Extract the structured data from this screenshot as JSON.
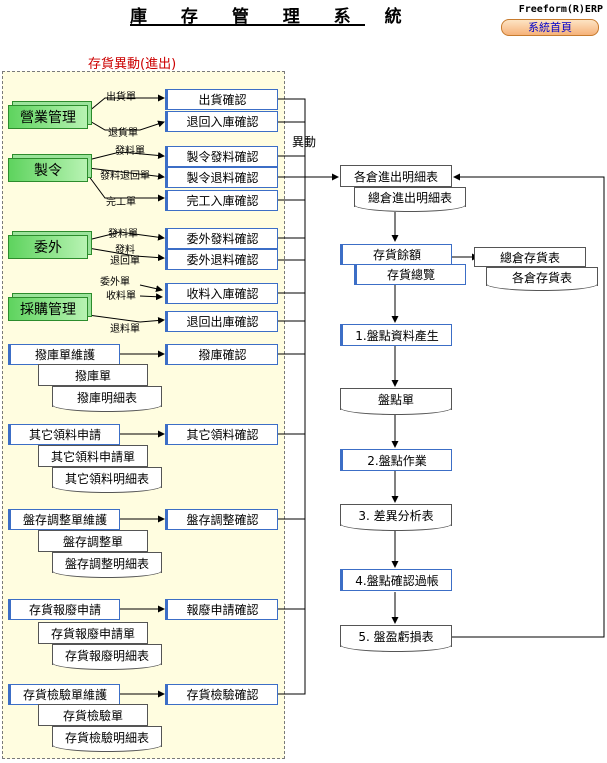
{
  "header": {
    "title": "庫 存 管 理 系 統",
    "brand": "Freeform(R)ERP",
    "home_button": "系統首頁"
  },
  "panel": {
    "title": "存貨異動(進出)"
  },
  "sources": {
    "sales": "營業管理",
    "production": "製令",
    "outsourcing": "委外",
    "purchasing": "採購管理",
    "transfer_maint": "撥庫單維護",
    "other_requisition": "其它領料申請",
    "stock_adjust_maint": "盤存調整單維護",
    "scrap_request": "存貨報廢申請",
    "inspection_maint": "存貨檢驗單維護"
  },
  "flow_labels": {
    "shipment_slip": "出貨單",
    "return_slip": "退貨單",
    "issue_slip": "發料單",
    "issue_return_slip": "發料退回單",
    "completion_slip": "完工單",
    "outsource_issue_slip": "發料單",
    "outsource_issue_return_1": "發料",
    "outsource_issue_return_2": "退回單",
    "outsource_receipt_slip": "委外單",
    "receiving_slip": "收料單",
    "return_goods_slip": "退料單",
    "movement": "異動"
  },
  "confirmations": {
    "ship_confirm": "出貨確認",
    "return_in_confirm": "退回入庫確認",
    "mo_issue_confirm": "製令發料確認",
    "mo_return_confirm": "製令退料確認",
    "completion_confirm": "完工入庫確認",
    "outsource_issue_confirm": "委外發料確認",
    "outsource_return_confirm": "委外退料確認",
    "receiving_confirm": "收料入庫確認",
    "return_out_confirm": "退回出庫確認",
    "transfer_confirm": "撥庫確認",
    "other_issue_confirm": "其它領料確認",
    "stock_adjust_confirm": "盤存調整確認",
    "scrap_confirm": "報廢申請確認",
    "inspection_confirm": "存貨檢驗確認"
  },
  "docs": {
    "transfer_slip": "撥庫單",
    "transfer_detail": "撥庫明細表",
    "other_req_slip": "其它領料申請單",
    "other_issue_detail": "其它領料明細表",
    "adjust_slip": "盤存調整單",
    "adjust_detail": "盤存調整明細表",
    "scrap_req_slip": "存貨報廢申請單",
    "scrap_detail": "存貨報廢明細表",
    "inspection_slip": "存貨檢驗單",
    "inspection_detail": "存貨檢驗明細表"
  },
  "inventory": {
    "warehouse_io_detail": "各倉進出明細表",
    "total_io_detail": "總倉進出明細表",
    "stock_balance": "存貨餘額",
    "stock_overview": "存貨總覽",
    "total_stock_table": "總倉存貨表",
    "each_stock_table": "各倉存貨表",
    "step1": "1.盤點資料產生",
    "count_sheet": "盤點單",
    "step2": "2.盤點作業",
    "step3": "3. 差異分析表",
    "step4": "4.盤點確認過帳",
    "step5": "5. 盤盈虧損表"
  }
}
